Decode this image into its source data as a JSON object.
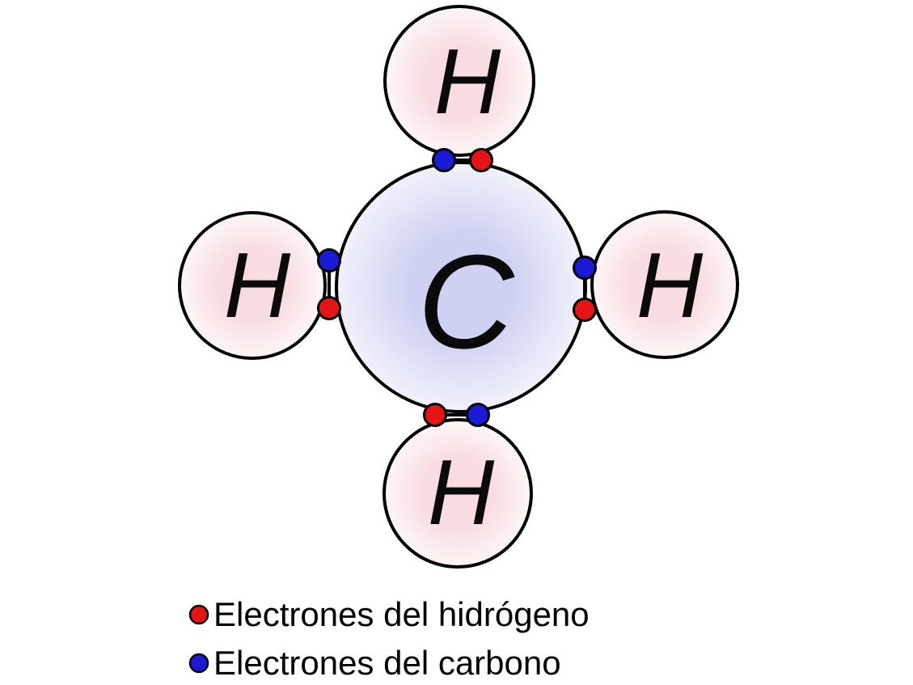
{
  "molecule": {
    "carbon": {
      "label": "C"
    },
    "hydrogens": {
      "top": "H",
      "left": "H",
      "right": "H",
      "bottom": "H"
    }
  },
  "legend": {
    "items": [
      {
        "label": "Electrones del hidrógeno",
        "dot": "hydrogen-electron"
      },
      {
        "label": "Electrones del carbono",
        "dot": "carbon-electron"
      }
    ]
  },
  "colors": {
    "hydrogen_electron": "#e61414",
    "carbon_electron": "#1a1ad7",
    "outline": "#000000",
    "hydrogen_fill_center": "#f8dce1",
    "hydrogen_fill_edge": "#fdf8f8",
    "carbon_fill_center": "#ced1f2",
    "carbon_fill_edge": "#f4f4fb",
    "background": "#ffffff"
  }
}
